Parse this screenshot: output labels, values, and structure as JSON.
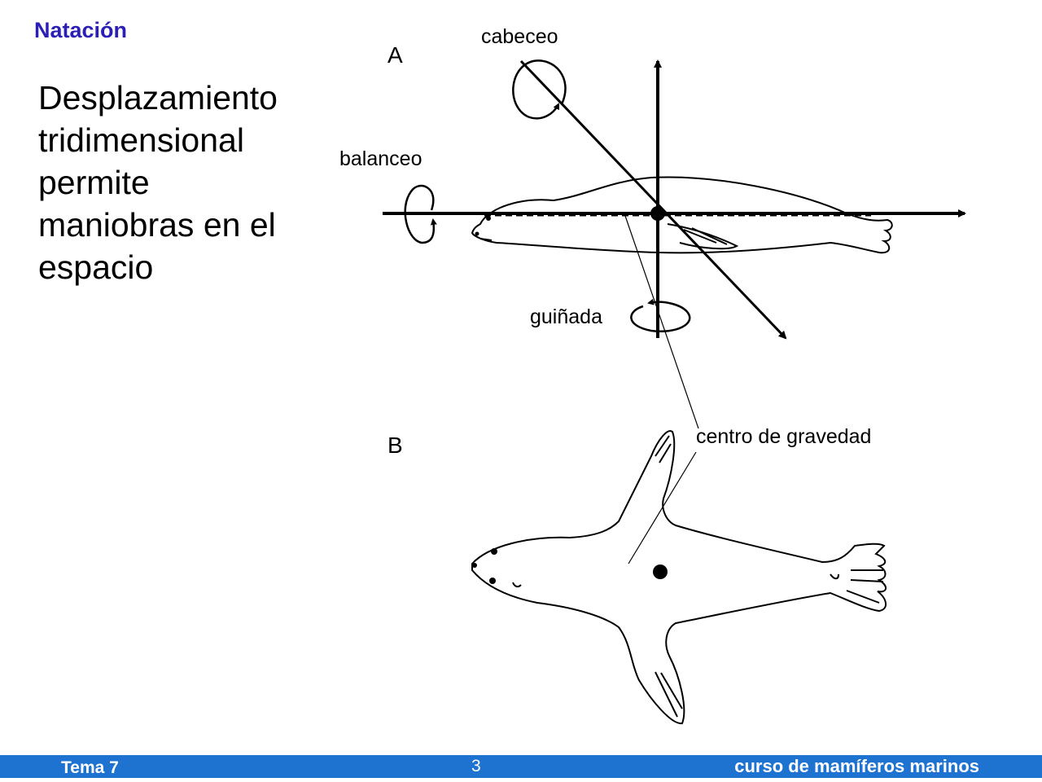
{
  "slide": {
    "section_title": "Natación",
    "body_lines": [
      "Desplazamiento",
      "tridimensional",
      "permite",
      "maniobras en el",
      "espacio"
    ]
  },
  "figure": {
    "panel_a": "A",
    "panel_b": "B",
    "labels": {
      "pitch": "cabeceo",
      "roll": "balanceo",
      "yaw": "guiñada",
      "center_of_gravity": "centro de gravedad"
    }
  },
  "footer": {
    "left": "Tema 7",
    "page_number": "3",
    "right": "curso de mamíferos marinos"
  },
  "colors": {
    "title": "#2b1fb5",
    "footer_bg": "#1e73d1"
  }
}
